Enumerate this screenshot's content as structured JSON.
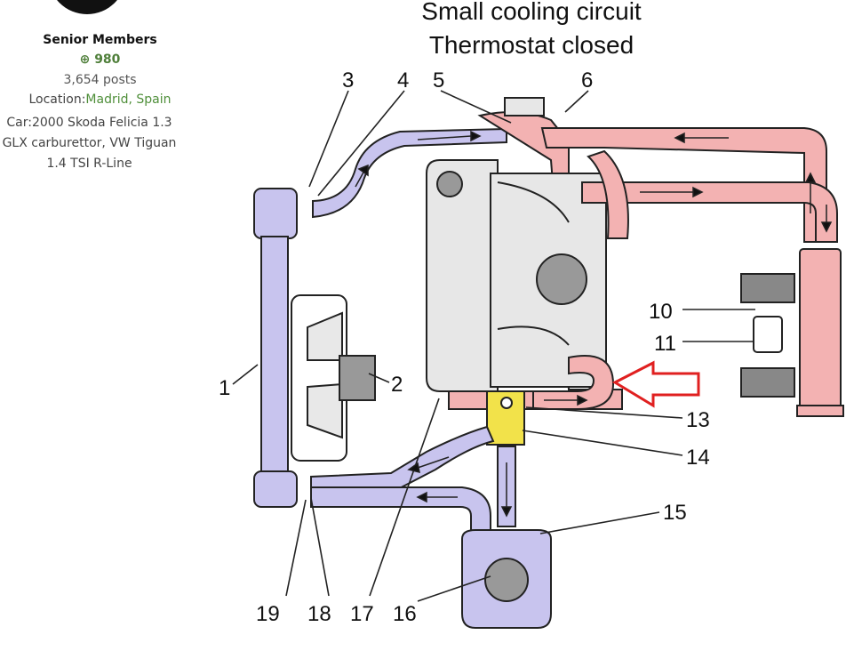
{
  "profile": {
    "group": "Senior Members",
    "reputation": "980",
    "posts": "3,654 posts",
    "location_label": "Location:",
    "location_value": "Madrid, Spain",
    "car_line1": "Car:2000 Skoda Felicia 1.3",
    "car_line2": "GLX carburettor, VW Tiguan",
    "car_line3": "1.4 TSI R-Line",
    "icons": [
      "avatar",
      "plus-circle-icon"
    ]
  },
  "diagram": {
    "title_line1": "Small cooling circuit",
    "title_line2": "Thermostat closed",
    "labels": {
      "l1": "1",
      "l2": "2",
      "l3": "3",
      "l4": "4",
      "l5": "5",
      "l6": "6",
      "l10": "10",
      "l11": "11",
      "l13": "13",
      "l14": "14",
      "l15": "15",
      "l16": "16",
      "l17": "17",
      "l18": "18",
      "l19": "19"
    },
    "colors": {
      "hot": "#f3b2b2",
      "cold": "#c8c4ee",
      "thermostat": "#f2e24a",
      "engine": "#e7e7e7",
      "highlight_arrow": "#e02020"
    }
  }
}
